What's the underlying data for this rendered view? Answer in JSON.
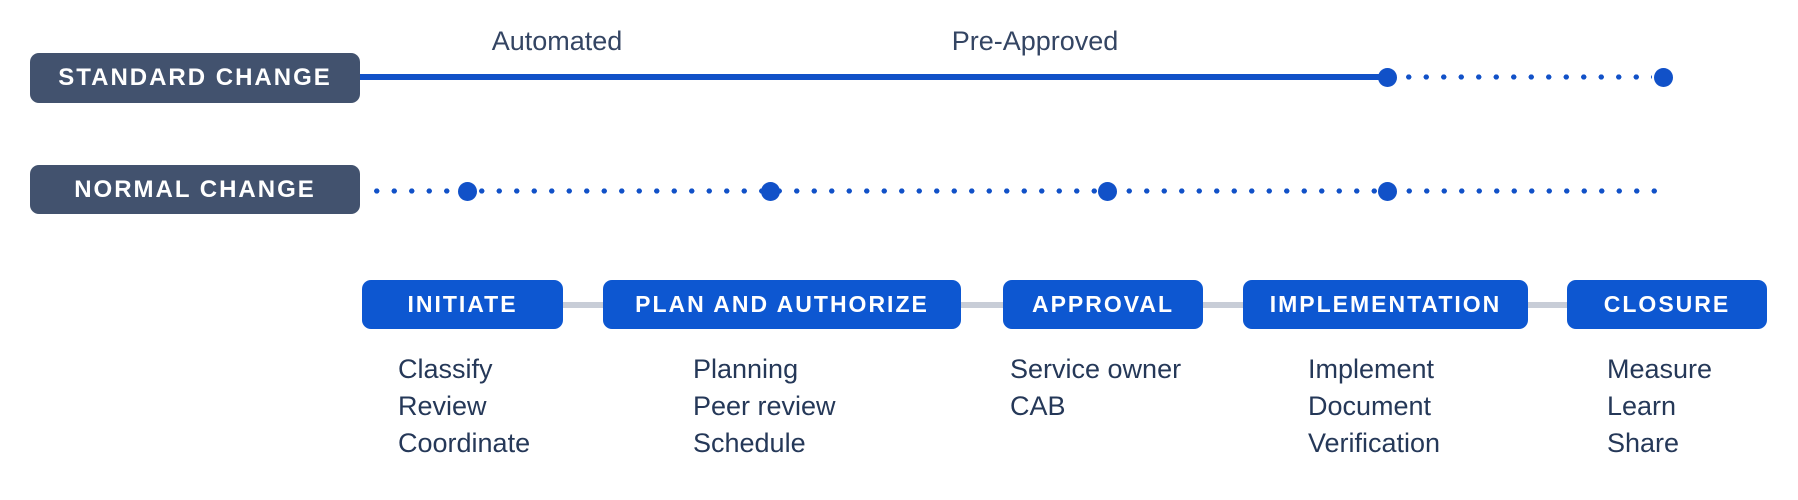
{
  "colors": {
    "badge_bg": "#42526E",
    "pill_bg": "#0D57D1",
    "line_blue": "#1151C8",
    "connector_gray": "#C8CDD7",
    "annotation_text": "#344563",
    "list_text": "#253858",
    "text_on_dark": "#FFFFFF"
  },
  "lanes": [
    {
      "label": "STANDARD CHANGE",
      "line_style": "solid then dotted"
    },
    {
      "label": "NORMAL CHANGE",
      "line_style": "dotted"
    }
  ],
  "annotations": [
    "Automated",
    "Pre-Approved"
  ],
  "phases": [
    {
      "label": "INITIATE",
      "items": [
        "Classify",
        "Review",
        "Coordinate"
      ]
    },
    {
      "label": "PLAN AND AUTHORIZE",
      "items": [
        "Planning",
        "Peer review",
        "Schedule"
      ]
    },
    {
      "label": "APPROVAL",
      "items": [
        "Service owner",
        "CAB"
      ]
    },
    {
      "label": "IMPLEMENTATION",
      "items": [
        "Implement",
        "Document",
        "Verification"
      ]
    },
    {
      "label": "CLOSURE",
      "items": [
        "Measure",
        "Learn",
        "Share"
      ]
    }
  ]
}
